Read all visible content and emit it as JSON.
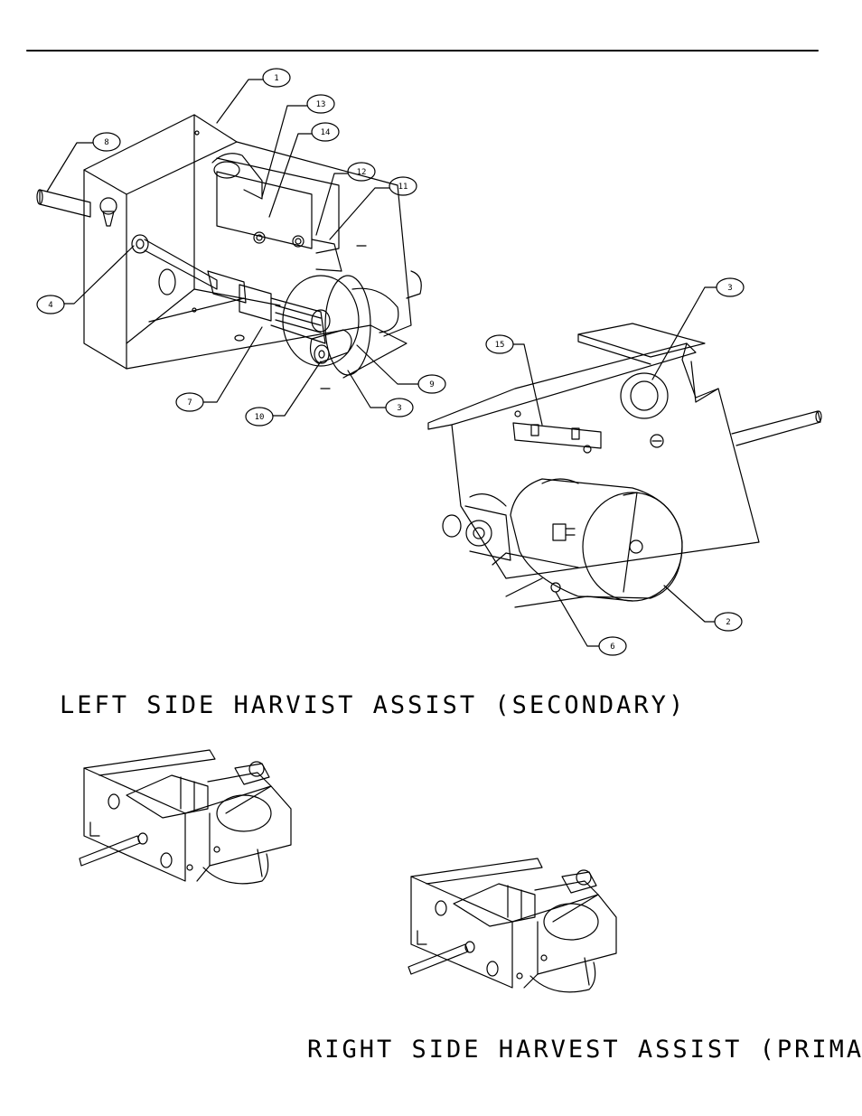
{
  "titles": {
    "left": "LEFT SIDE HARVIST ASSIST (SECONDARY)",
    "right": "RIGHT SIDE HARVEST ASSIST (PRIMARY)"
  },
  "callouts": {
    "c1": "1",
    "c2": "2",
    "c3a": "3",
    "c3b": "3",
    "c4": "4",
    "c6": "6",
    "c7": "7",
    "c8": "8",
    "c9": "9",
    "c10": "10",
    "c11": "11",
    "c12": "12",
    "c13": "13",
    "c14": "14",
    "c15": "15"
  }
}
